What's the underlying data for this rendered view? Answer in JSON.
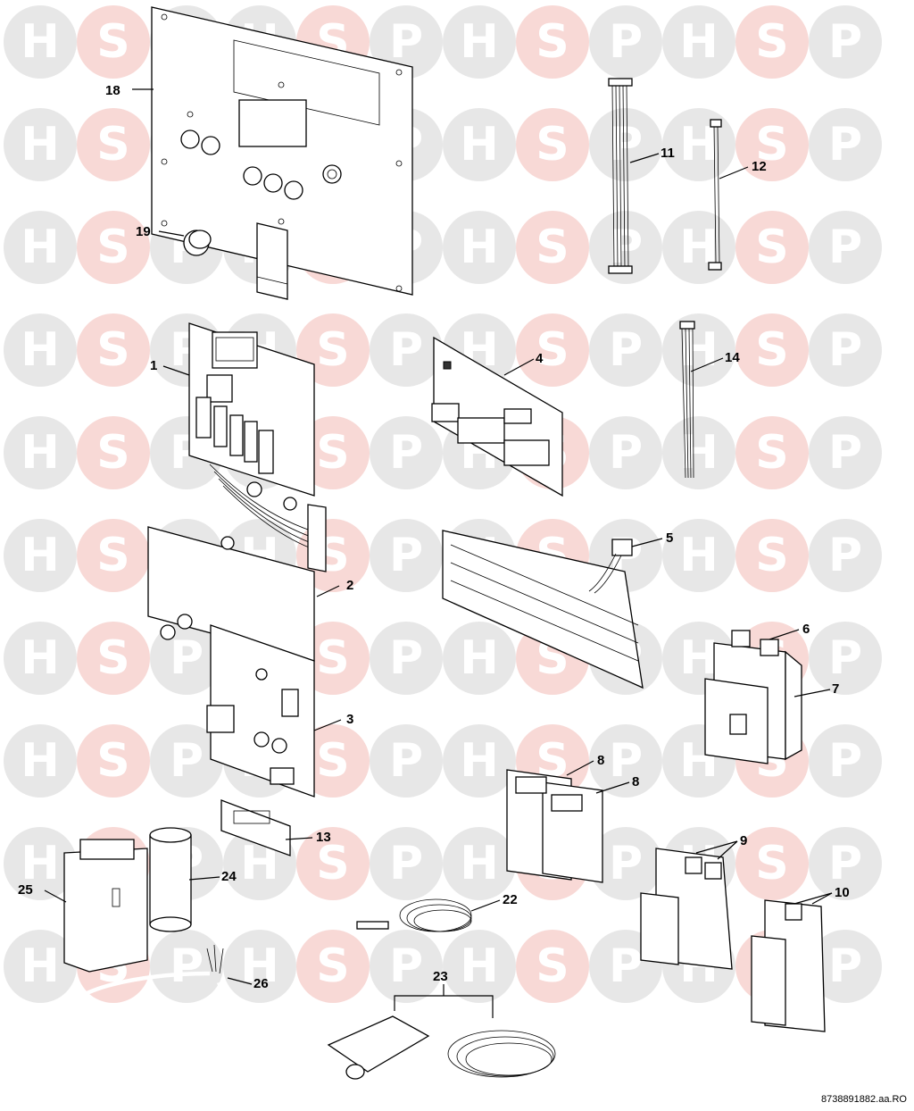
{
  "watermark": {
    "letters": [
      "H",
      "S",
      "P"
    ],
    "colors": {
      "H": "#d3d3d3",
      "S": "#f2b9b5",
      "P": "#d3d3d3"
    }
  },
  "callouts": {
    "c1": "1",
    "c2": "2",
    "c3": "3",
    "c4": "4",
    "c5": "5",
    "c6": "6",
    "c7": "7",
    "c8a": "8",
    "c8b": "8",
    "c9": "9",
    "c10": "10",
    "c11": "11",
    "c12": "12",
    "c13": "13",
    "c14": "14",
    "c18": "18",
    "c19": "19",
    "c22": "22",
    "c23": "23",
    "c24": "24",
    "c25": "25",
    "c26": "26"
  },
  "drawing_reference": "8738891882.aa.RO"
}
